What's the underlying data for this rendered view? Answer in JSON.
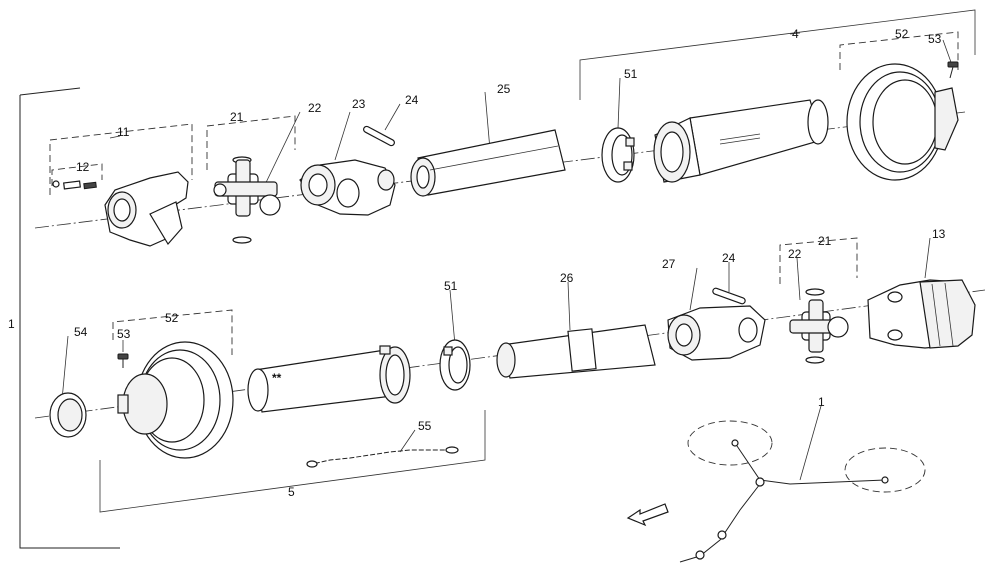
{
  "callouts": {
    "c1_left": "1",
    "c4": "4",
    "c52_top": "52",
    "c53_top": "53",
    "c11": "11",
    "c12": "12",
    "c21_top": "21",
    "c22_top": "22",
    "c23": "23",
    "c24_top": "24",
    "c25": "25",
    "c51_top": "51",
    "c13": "13",
    "c21_bottom": "21",
    "c22_bottom": "22",
    "c24_bottom": "24",
    "c27": "27",
    "c26": "26",
    "c51_bottom": "51",
    "c54": "54",
    "c53_bottom": "53",
    "c52_bottom": "52",
    "c55": "55",
    "c5": "5",
    "c1_assembly": "1",
    "stars": "**"
  }
}
